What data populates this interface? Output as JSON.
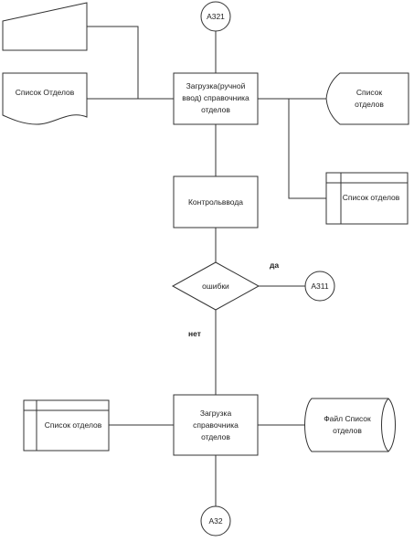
{
  "diagram": {
    "connectors": {
      "top": "А321",
      "right": "А311",
      "bottom": "А32"
    },
    "inputs": {
      "manual_input_label": "",
      "document_label": "Список Отделов"
    },
    "processes": {
      "load_manual": [
        "Загрузка(ручной",
        "ввод) справочника",
        "отделов"
      ],
      "input_control": "Контрольввода",
      "load_directory": [
        "Загрузка",
        "справочника",
        "отделов"
      ]
    },
    "decision": {
      "label": "ошибки",
      "yes_label": "да",
      "no_label": "нет"
    },
    "stored_data": {
      "label": [
        "Список",
        "отделов"
      ]
    },
    "storage_right": {
      "label": "Список отделов"
    },
    "storage_left": {
      "label": "Список отделов"
    },
    "file": {
      "label": [
        "Файл Список",
        "отделов"
      ]
    }
  }
}
